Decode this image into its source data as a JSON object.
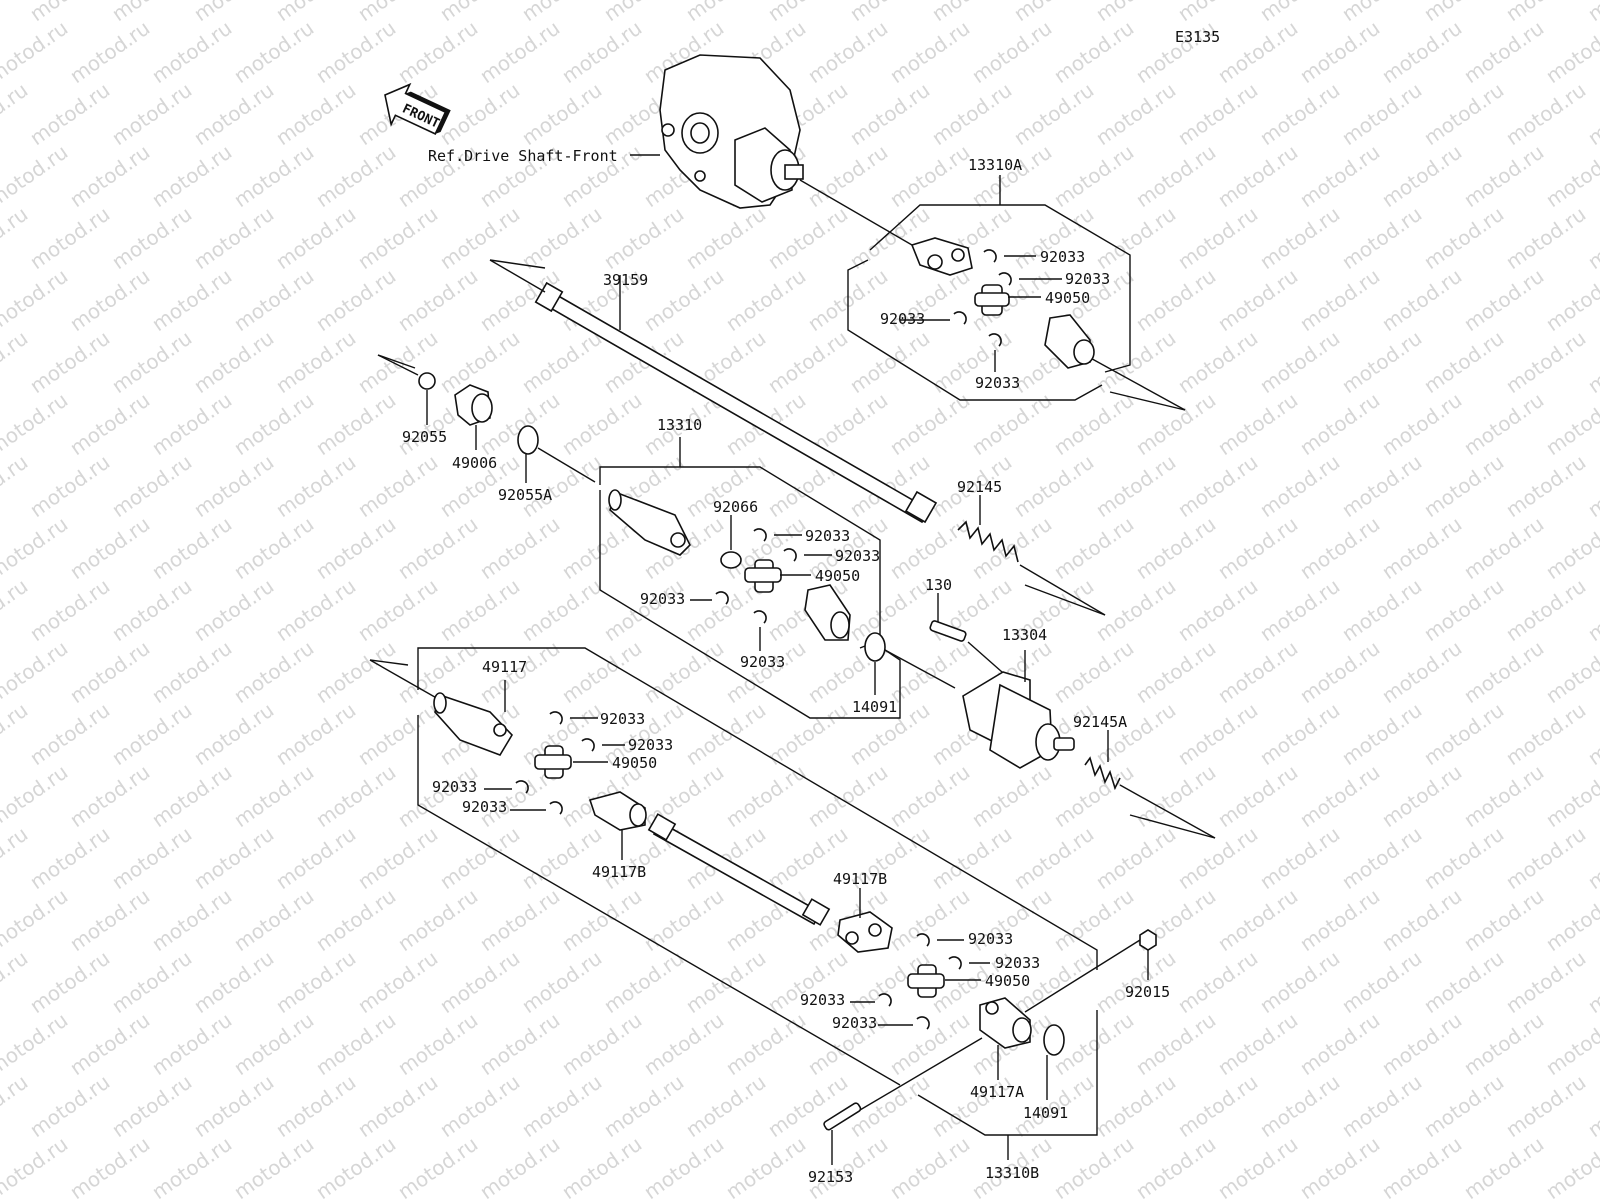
{
  "diagram": {
    "code": "E3135",
    "front_arrow": "FRONT",
    "watermark": "motod.ru",
    "reference": "Ref.Drive Shaft-Front"
  },
  "labels": {
    "l13310A": "13310A",
    "l39159": "39159",
    "l92055": "92055",
    "l49006": "49006",
    "l92055A": "92055A",
    "l13310": "13310",
    "l92066": "92066",
    "l92145": "92145",
    "l130": "130",
    "l13304": "13304",
    "l14091a": "14091",
    "l92145A": "92145A",
    "l49117": "49117",
    "l49117B_1": "49117B",
    "l49117B_2": "49117B",
    "l49117A": "49117A",
    "l14091b": "14091",
    "l92015": "92015",
    "l92153": "92153",
    "l13310B": "13310B",
    "l49050": "49050",
    "l92033": "92033"
  }
}
